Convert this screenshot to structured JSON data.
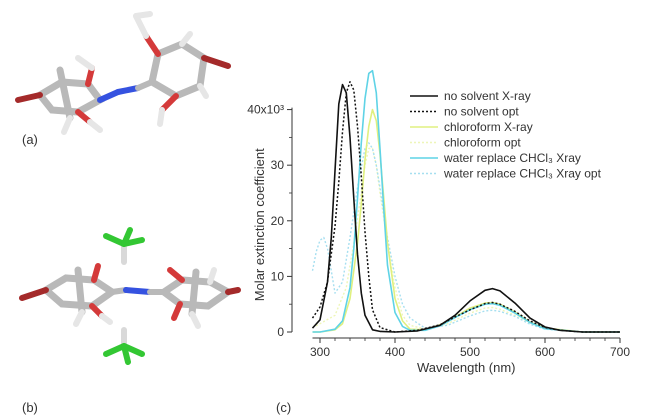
{
  "panels": {
    "a": "(a)",
    "b": "(b)",
    "c": "(c)"
  },
  "colors": {
    "carbon": "#b9b9b9",
    "hydrogen": "#f2f2f2",
    "oxygen": "#d43a3a",
    "nitrogen": "#3552e0",
    "bromine": "#a42a2a",
    "chlorine": "#33c733"
  },
  "chart_data": {
    "type": "line",
    "xlabel": "Wavelength (nm)",
    "ylabel": "Molar extinction coefficient",
    "xlim": [
      290,
      700
    ],
    "ylim": [
      0,
      48000
    ],
    "xticks": [
      300,
      400,
      500,
      600,
      700
    ],
    "yticks": [
      0,
      10000,
      20000,
      30000,
      40000
    ],
    "ytick_labels": [
      "0",
      "10",
      "20",
      "30",
      "40x10³"
    ],
    "grid": false,
    "legend_position": "top-right",
    "series": [
      {
        "name": "no solvent X-ray",
        "color": "#111111",
        "dash": "",
        "width": 1.6,
        "x": [
          290,
          300,
          310,
          315,
          320,
          325,
          330,
          335,
          340,
          345,
          350,
          355,
          360,
          370,
          380,
          400,
          430,
          460,
          480,
          500,
          520,
          530,
          540,
          560,
          580,
          600,
          620,
          650,
          700
        ],
        "y": [
          700,
          2200,
          9000,
          17000,
          29000,
          41000,
          44500,
          43000,
          35000,
          24000,
          14000,
          7000,
          3000,
          400,
          100,
          0,
          200,
          1200,
          3000,
          5600,
          7500,
          7800,
          7400,
          5200,
          2500,
          900,
          300,
          0,
          0
        ]
      },
      {
        "name": "no solvent opt",
        "color": "#111111",
        "dash": "2,2",
        "width": 1.5,
        "x": [
          290,
          300,
          310,
          320,
          325,
          330,
          335,
          340,
          345,
          350,
          355,
          360,
          365,
          370,
          380,
          400,
          430,
          460,
          480,
          500,
          520,
          530,
          540,
          560,
          580,
          600,
          620,
          650,
          700
        ],
        "y": [
          2500,
          4500,
          9000,
          19000,
          27000,
          36000,
          43000,
          45000,
          43500,
          37000,
          28000,
          18000,
          10000,
          4000,
          800,
          0,
          300,
          1300,
          2700,
          4000,
          5100,
          5300,
          5000,
          3700,
          2000,
          800,
          300,
          0,
          0
        ]
      },
      {
        "name": "chloroform X-ray",
        "color": "#e0f080",
        "dash": "",
        "width": 1.6,
        "x": [
          290,
          300,
          320,
          330,
          340,
          350,
          355,
          360,
          365,
          370,
          375,
          380,
          385,
          390,
          400,
          410,
          420,
          440,
          460,
          480,
          500,
          520,
          530,
          540,
          560,
          580,
          600,
          650,
          700
        ],
        "y": [
          0,
          0,
          400,
          1500,
          6000,
          16000,
          23000,
          31000,
          37000,
          40000,
          38000,
          32000,
          24000,
          16000,
          6000,
          2000,
          500,
          400,
          1300,
          2700,
          4300,
          5200,
          5300,
          5000,
          3600,
          1800,
          700,
          0,
          0
        ]
      },
      {
        "name": "chloroform opt",
        "color": "#eef6b8",
        "dash": "2,2",
        "width": 1.4,
        "x": [
          290,
          300,
          320,
          335,
          345,
          355,
          360,
          365,
          370,
          375,
          380,
          390,
          400,
          410,
          420,
          440,
          470,
          500,
          520,
          530,
          540,
          560,
          580,
          600,
          650,
          700
        ],
        "y": [
          800,
          1500,
          3000,
          8000,
          16000,
          25000,
          30000,
          33000,
          33000,
          30000,
          25000,
          16000,
          8000,
          3000,
          1200,
          500,
          1500,
          3400,
          4300,
          4400,
          4100,
          3000,
          1500,
          600,
          0,
          0
        ]
      },
      {
        "name": "water replace CHCl₃ Xray",
        "color": "#5fd3e6",
        "dash": "",
        "width": 1.6,
        "x": [
          290,
          300,
          320,
          330,
          340,
          345,
          350,
          355,
          360,
          365,
          370,
          375,
          380,
          385,
          390,
          400,
          410,
          420,
          440,
          460,
          480,
          500,
          520,
          530,
          540,
          560,
          580,
          600,
          650,
          700
        ],
        "y": [
          0,
          0,
          500,
          2000,
          8000,
          15000,
          24000,
          34000,
          42000,
          46500,
          47000,
          43000,
          33000,
          22000,
          12000,
          3500,
          1000,
          300,
          300,
          1100,
          2600,
          4000,
          5000,
          5100,
          4800,
          3400,
          1700,
          600,
          0,
          0
        ]
      },
      {
        "name": "water replace CHCl₃ Xray  opt",
        "color": "#a6dff0",
        "dash": "2,2",
        "width": 1.4,
        "x": [
          290,
          295,
          300,
          305,
          310,
          315,
          320,
          330,
          340,
          350,
          360,
          365,
          370,
          375,
          380,
          390,
          400,
          410,
          420,
          440,
          470,
          500,
          520,
          530,
          540,
          560,
          580,
          600,
          650,
          700
        ],
        "y": [
          11000,
          14500,
          16500,
          17000,
          15000,
          11000,
          7000,
          9000,
          17000,
          26000,
          33000,
          34000,
          33000,
          30000,
          26000,
          17000,
          10000,
          5000,
          2500,
          700,
          1200,
          2900,
          3800,
          3900,
          3700,
          2800,
          1400,
          500,
          0,
          0
        ]
      }
    ]
  }
}
